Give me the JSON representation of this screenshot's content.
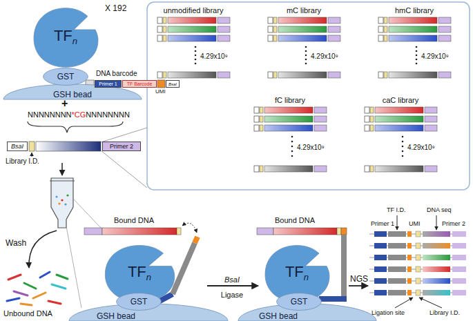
{
  "diagram": {
    "nodes": [
      {
        "text": [
          "TF",
          "n"
        ]
      },
      {
        "text": [
          "GST"
        ]
      },
      {
        "text": [
          "Primer 1"
        ]
      },
      {
        "text": [
          "TF Barcode"
        ]
      },
      {
        "text": [
          "BsaI"
        ]
      },
      {
        "text": [
          "GSH bead"
        ]
      },
      {
        "text": [
          "BsaI"
        ]
      },
      {
        "text": [
          "Primer 2"
        ]
      },
      {
        "text": [
          "TF",
          "n"
        ]
      },
      {
        "text": [
          "GST"
        ]
      },
      {
        "text": [
          "GSH bead"
        ]
      },
      {
        "text": [
          "TF",
          "n"
        ]
      },
      {
        "text": [
          "GST"
        ]
      },
      {
        "text": [
          "GSH bead"
        ]
      }
    ],
    "labels": [
      "X 192",
      "DNA barcode",
      "UMI",
      "+",
      "NNNNNNNN",
      "*CG",
      "NNNNNNNN",
      "Library I.D.",
      "unmodified library",
      "mC library",
      "hmC library",
      "4.29x10⁹",
      "4.29x10⁹",
      "4.29x10⁹",
      "fC library",
      "caC library",
      "4.29x10⁹",
      "4.29x10⁹",
      "Wash",
      "Unbound DNA",
      "Bound DNA",
      "Bound DNA",
      "BsaI",
      "Ligase",
      "NGS",
      "Primer 1",
      "TF I.D.",
      "UMI",
      "DNA seq",
      "Primer 2",
      "Ligation site",
      "Library I.D."
    ]
  }
}
